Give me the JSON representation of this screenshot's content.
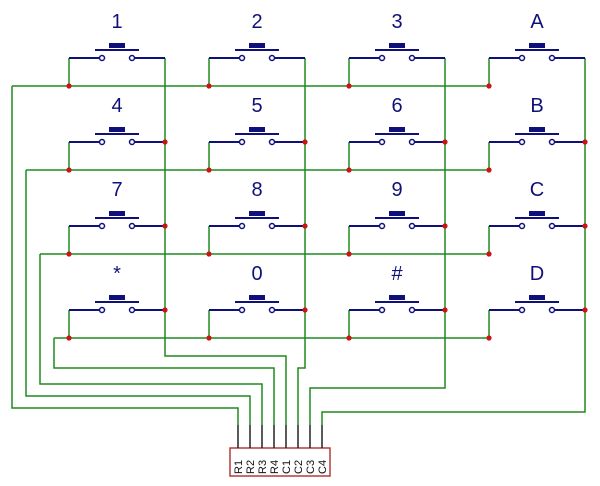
{
  "keypad": {
    "rows": [
      [
        "1",
        "2",
        "3",
        "A"
      ],
      [
        "4",
        "5",
        "6",
        "B"
      ],
      [
        "7",
        "8",
        "9",
        "C"
      ],
      [
        "*",
        "0",
        "#",
        "D"
      ]
    ]
  },
  "connector": {
    "pins": [
      "R1",
      "R2",
      "R3",
      "R4",
      "C1",
      "C2",
      "C3",
      "C4"
    ]
  },
  "colors": {
    "wire": "#1f8a1f",
    "switch": "#10107a",
    "junction": "#cc1414",
    "connector": "#b43c3c"
  }
}
